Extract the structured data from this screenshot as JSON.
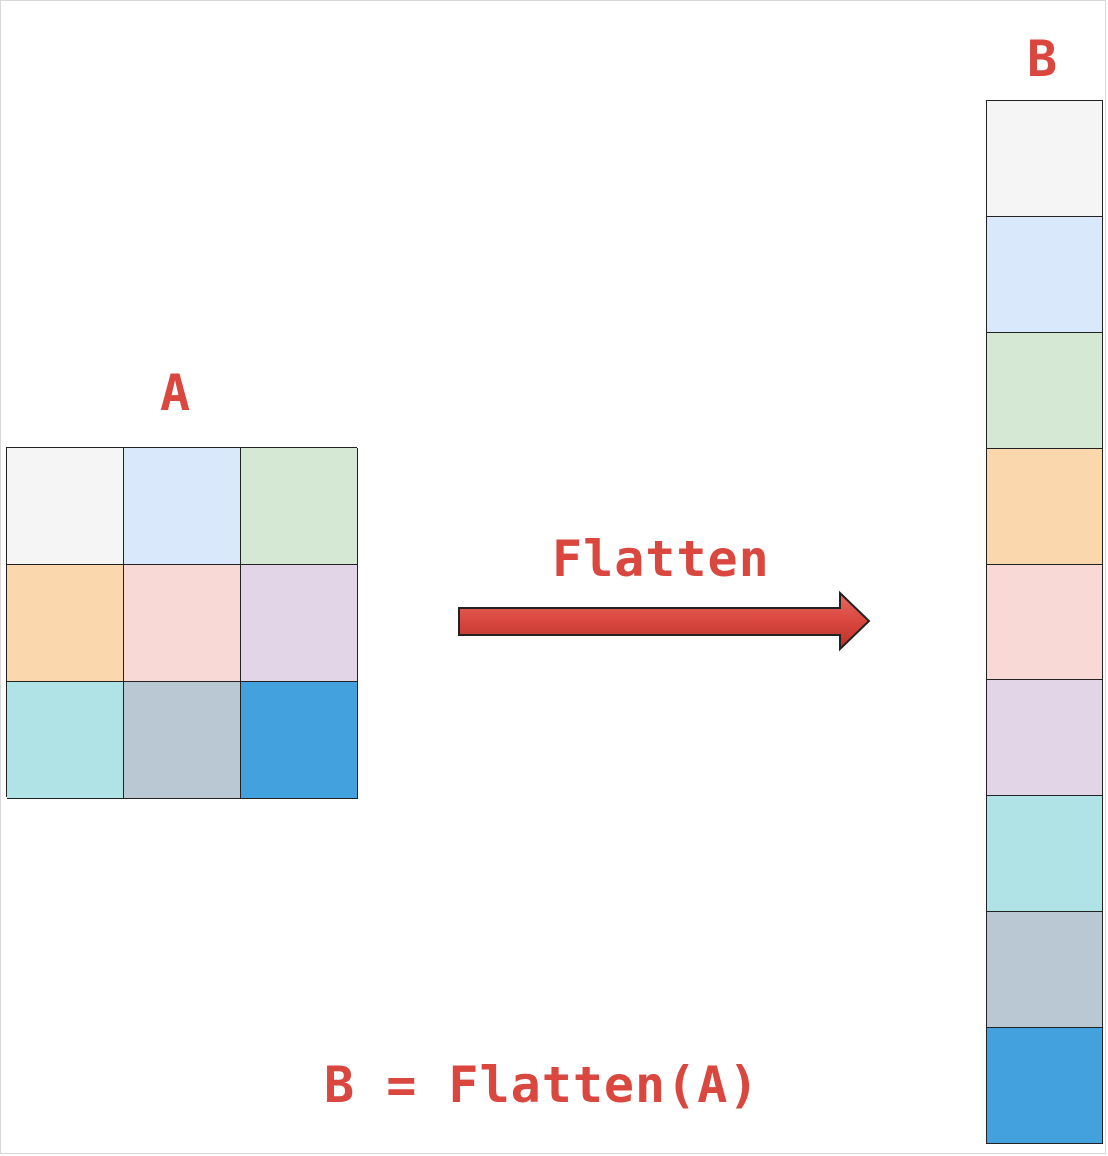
{
  "diagram": {
    "matrix_label": "A",
    "vector_label": "B",
    "operation_label": "Flatten",
    "equation": "B = Flatten(A)",
    "label_color": "#d9473f",
    "arrow_color": "#d9473f",
    "cell_colors": [
      "#f5f5f5",
      "#dae8fc",
      "#d5e8d4",
      "#fad7ac",
      "#f8d9d5",
      "#e1d5e7",
      "#b0e3e6",
      "#bac8d3",
      "#43a1dd"
    ]
  }
}
